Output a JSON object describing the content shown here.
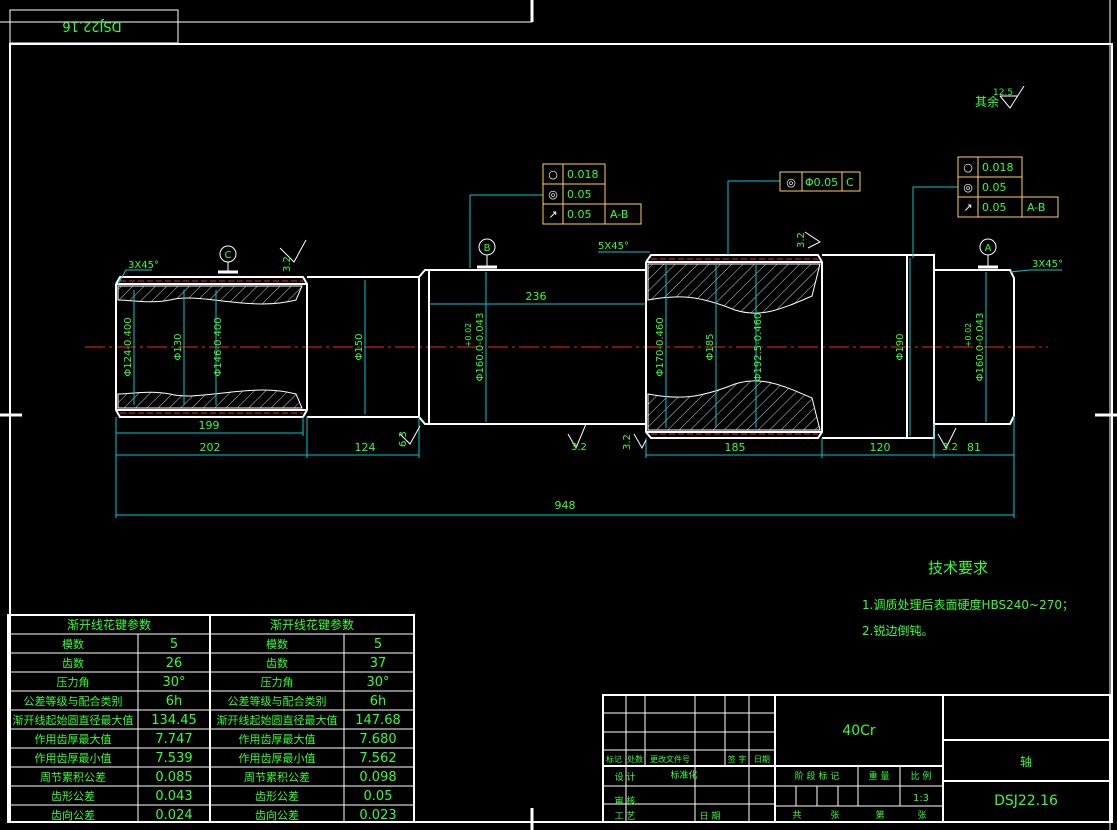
{
  "colors": {
    "background": "#000000",
    "outline": "#ffffff",
    "dimension": "#00c8d2",
    "text": "#33ff33",
    "centerline": "#ff2020",
    "tolerance_frame": "#ffd24a",
    "hatch": "#ffffff",
    "border": "#ffffff"
  },
  "corner_code": "DSJ22.16",
  "surface_note": {
    "label": "其余",
    "value": "12.5"
  },
  "datums": {
    "a": "A",
    "b": "B",
    "c": "C"
  },
  "fcf_left": {
    "rows": [
      {
        "symbol": "○",
        "value": "0.018",
        "datum": ""
      },
      {
        "symbol": "◎",
        "value": "0.05",
        "datum": ""
      },
      {
        "symbol": "↗",
        "value": "0.05",
        "datum": "A-B"
      }
    ]
  },
  "fcf_mid": {
    "symbol": "◎",
    "value": "Φ0.05",
    "datum": "C"
  },
  "fcf_right": {
    "rows": [
      {
        "symbol": "○",
        "value": "0.018",
        "datum": ""
      },
      {
        "symbol": "◎",
        "value": "0.05",
        "datum": ""
      },
      {
        "symbol": "↗",
        "value": "0.05",
        "datum": "A-B"
      }
    ]
  },
  "dims": {
    "chamfer_left": "3X45°",
    "chamfer_mid": "5X45°",
    "chamfer_right": "3X45°",
    "len_236": "236",
    "len_199": "199",
    "len_202": "202",
    "len_124": "124",
    "len_185": "185",
    "len_120": "120",
    "len_81": "81",
    "len_948": "948",
    "dia_124": "Φ124-0.400",
    "dia_130": "Φ130",
    "dia_146": "Φ146-0.400",
    "dia_150": "Φ150",
    "dia_160a": "Φ160.0-0.043",
    "dia_160a_tol": "+0.02",
    "dia_170": "Φ170-0.460",
    "dia_185": "Φ185",
    "dia_192": "Φ192.5-0.460",
    "dia_190": "Φ190",
    "dia_160b": "Φ160.0-0.043",
    "dia_160b_tol": "+0.02"
  },
  "roughness": {
    "r1": "3.2",
    "r2": "6.3",
    "r3": "3.2",
    "r4": "3.2",
    "r5": "3.2",
    "r6": "3.2"
  },
  "tech": {
    "title": "技术要求",
    "items": [
      "1.调质处理后表面硬度HBS240~270；",
      "2.锐边倒钝。"
    ]
  },
  "spline_table": {
    "left_title": "渐开线花键参数",
    "right_title": "渐开线花键参数",
    "rows": [
      {
        "label": "模数",
        "v1": "5",
        "v2": "5"
      },
      {
        "label": "齿数",
        "v1": "26",
        "v2": "37"
      },
      {
        "label": "压力角",
        "v1": "30°",
        "v2": "30°"
      },
      {
        "label": "公差等级与配合类别",
        "v1": "6h",
        "v2": "6h"
      },
      {
        "label": "渐开线起始圆直径最大值",
        "v1": "134.45",
        "v2": "147.68"
      },
      {
        "label": "作用齿厚最大值",
        "v1": "7.747",
        "v2": "7.680"
      },
      {
        "label": "作用齿厚最小值",
        "v1": "7.539",
        "v2": "7.562"
      },
      {
        "label": "周节累积公差",
        "v1": "0.085",
        "v2": "0.098"
      },
      {
        "label": "齿形公差",
        "v1": "0.043",
        "v2": "0.05"
      },
      {
        "label": "齿向公差",
        "v1": "0.024",
        "v2": "0.023"
      }
    ]
  },
  "title_block": {
    "material": "40Cr",
    "part_name": "轴",
    "drawing_no": "DSJ22.16",
    "scale": "1:3",
    "rev_headers": [
      "标记",
      "处数",
      "更改文件号",
      "签 字",
      "日期"
    ],
    "design": "设 计",
    "standardize": "标准化",
    "check": "审 核",
    "process": "工 艺",
    "date": "日 期",
    "stage_mark": "阶 段 标 记",
    "weight": "重 量",
    "ratio": "比 例",
    "total": "共",
    "sheet": "张",
    "no": "第",
    "sheet2": "张"
  }
}
